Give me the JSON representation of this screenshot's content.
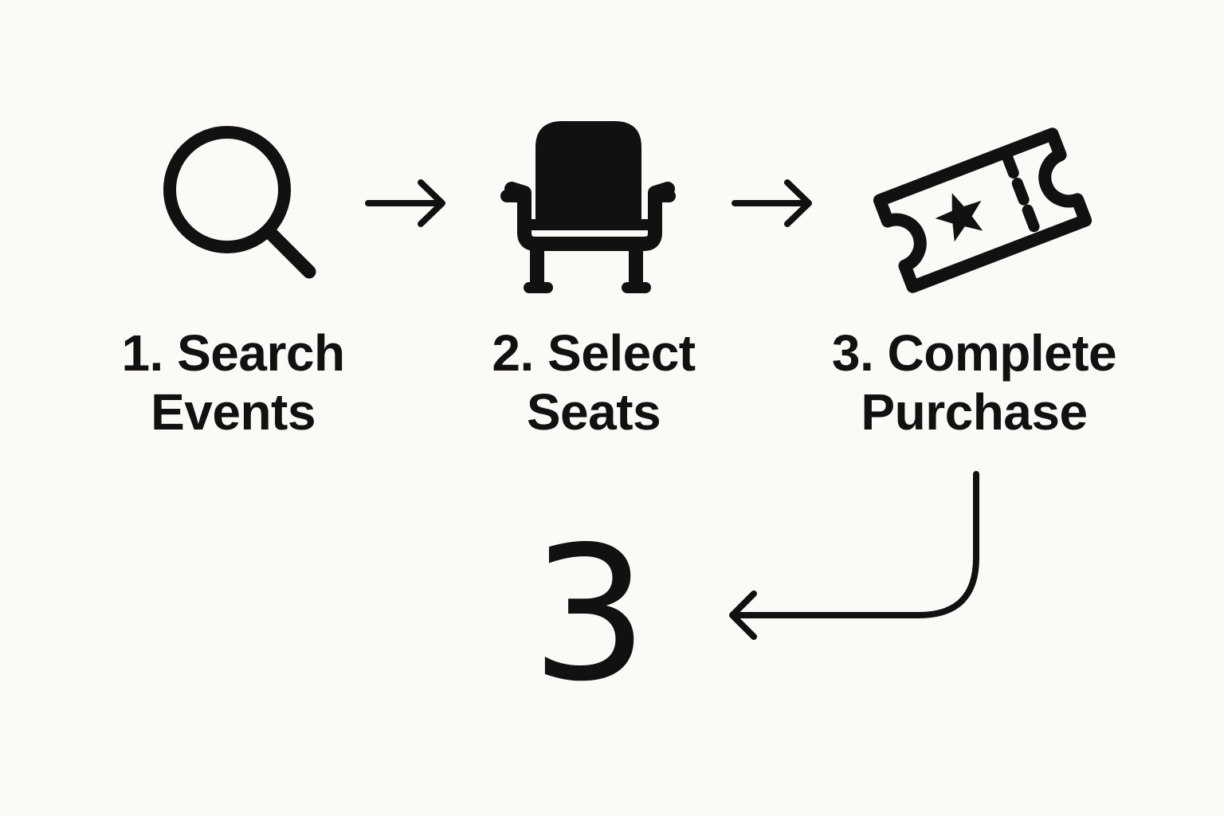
{
  "diagram": {
    "steps": [
      {
        "line1": "1. Search",
        "line2": "Events",
        "icon": "magnifying-glass-icon"
      },
      {
        "line1": "2. Select",
        "line2": "Seats",
        "icon": "theater-seat-icon"
      },
      {
        "line1": "3. Complete",
        "line2": "Purchase",
        "icon": "ticket-star-icon"
      }
    ],
    "step_count": "3",
    "colors": {
      "ink": "#111111",
      "background": "#FBFAF6"
    }
  }
}
